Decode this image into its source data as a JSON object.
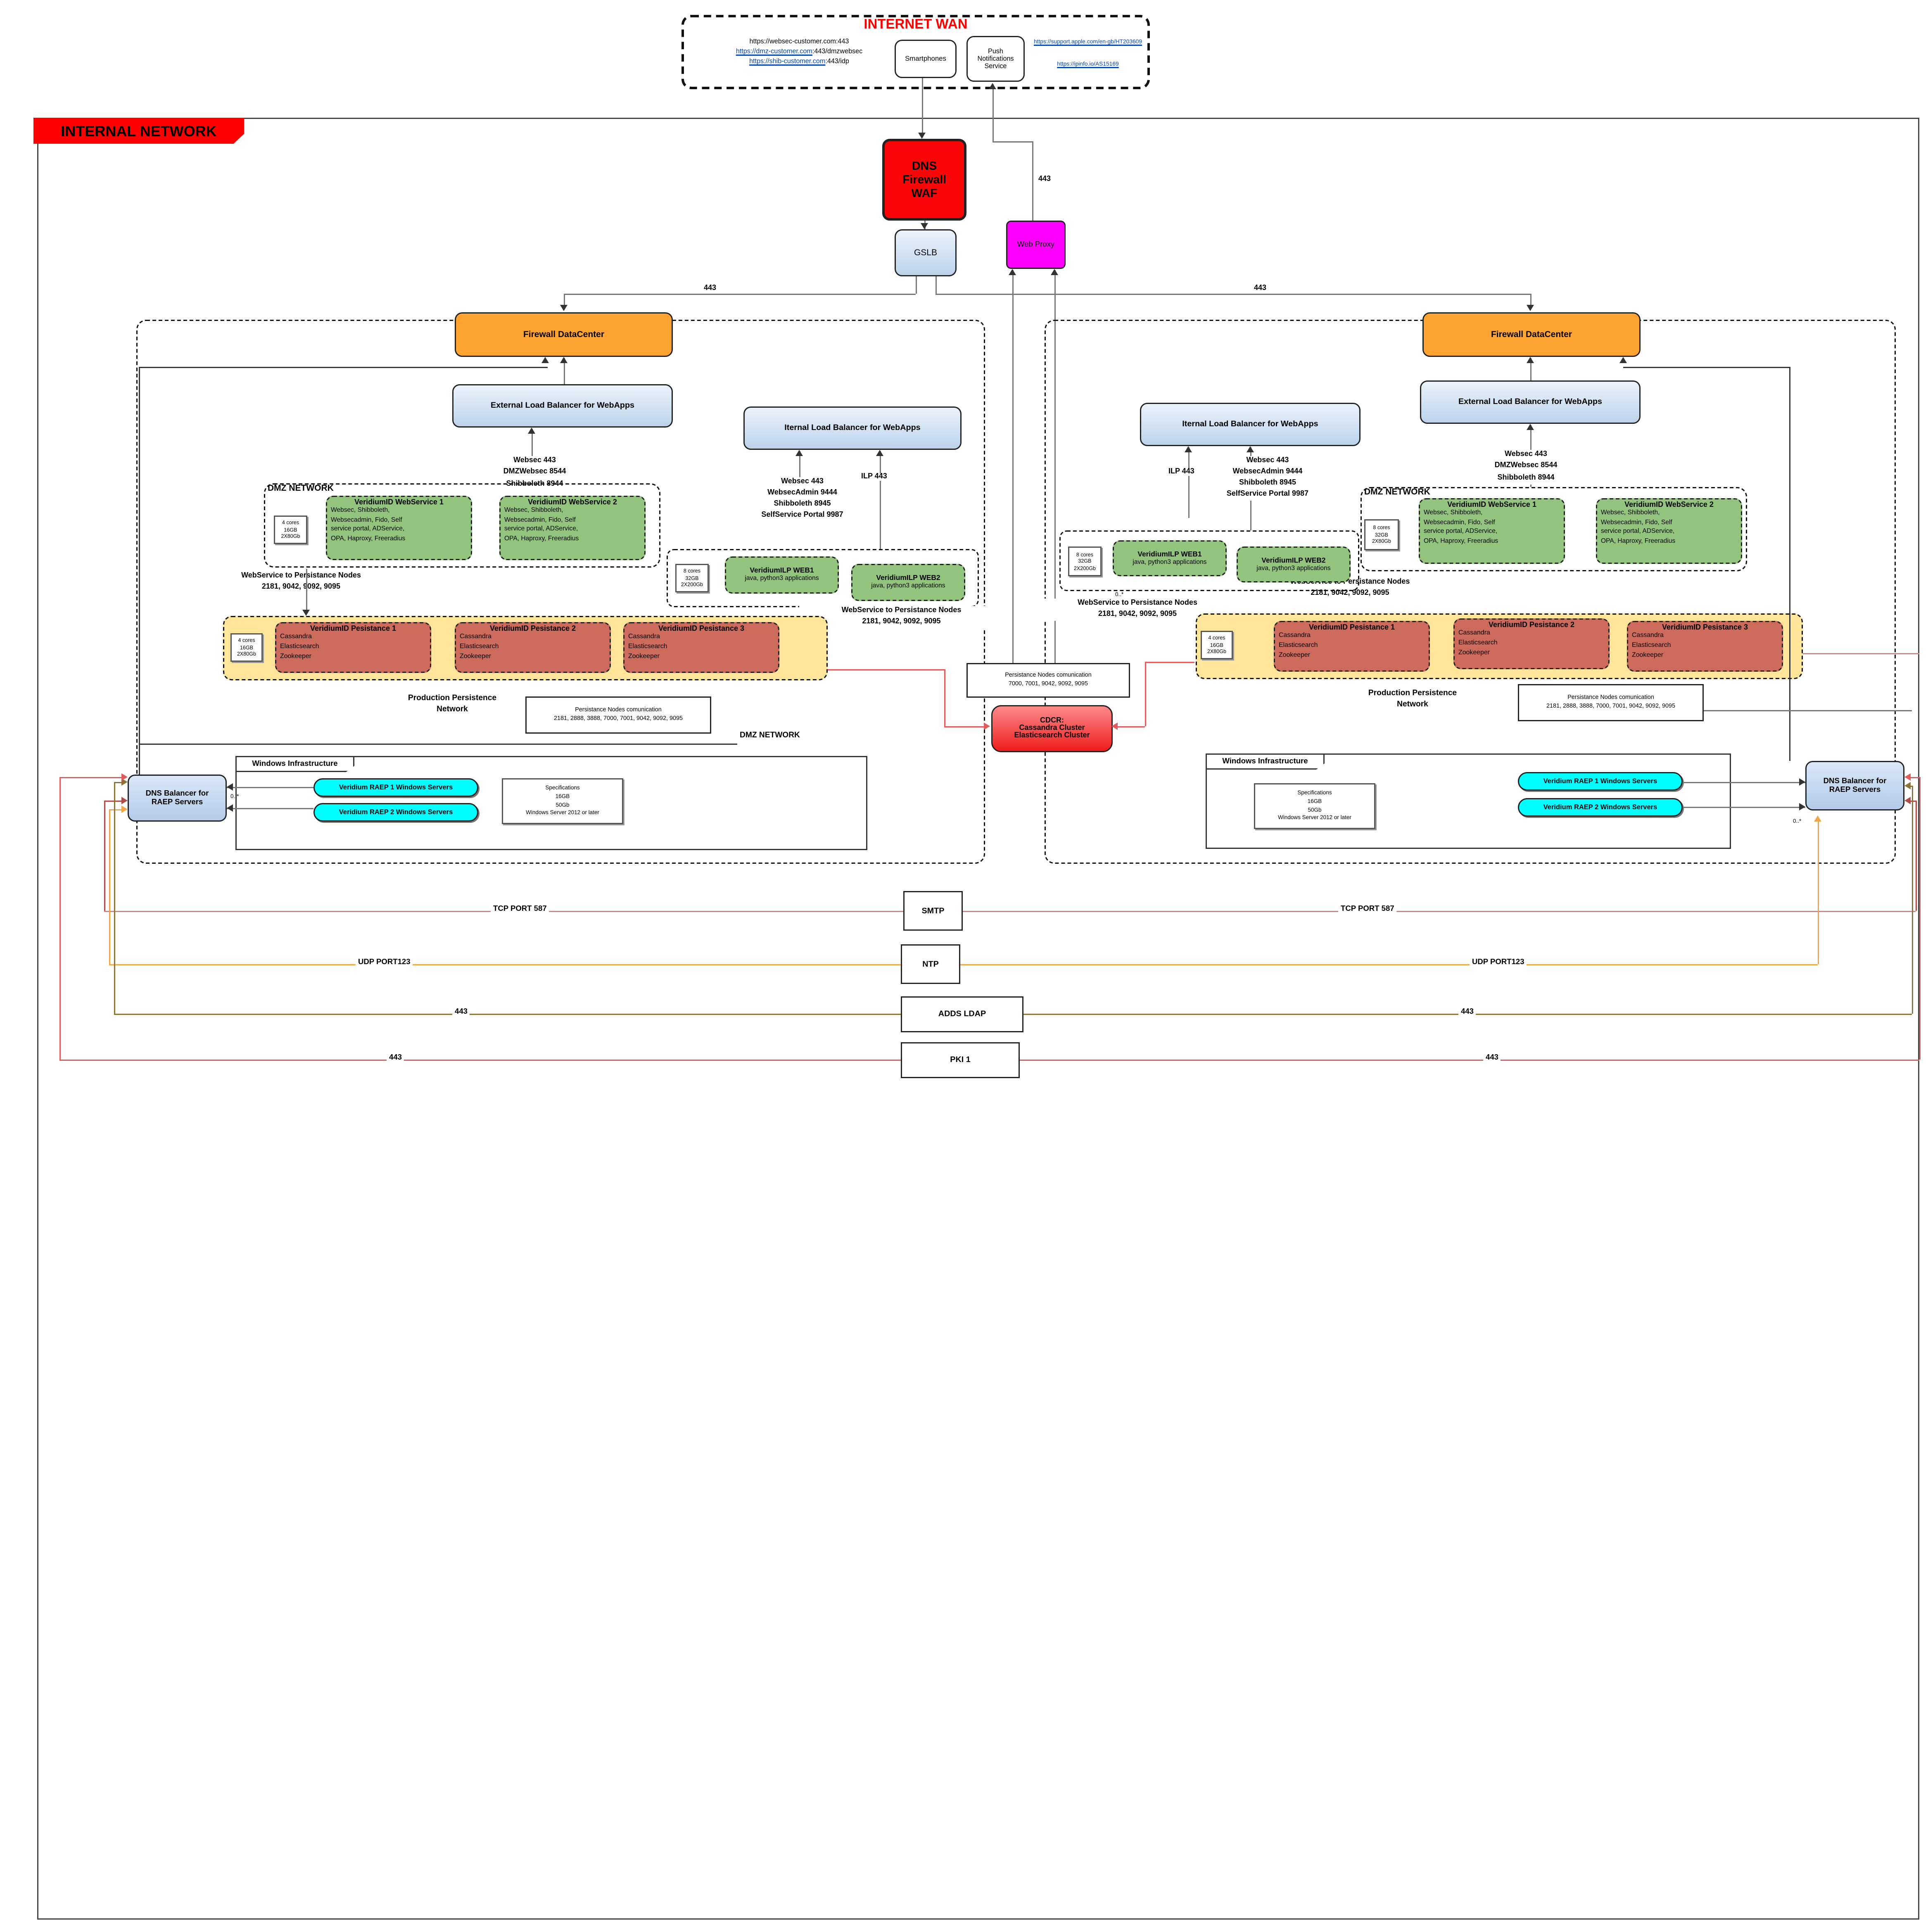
{
  "internet_wan": {
    "title": "INTERNET WAN",
    "url1": "https://websec-customer.com:443",
    "url2_link": "https://dmz-customer.com",
    "url2_rest": ":443/dmzwebsec",
    "url3_link": "https://shib-customer.com",
    "url3_rest": ":443/idp",
    "smartphones": "Smartphones",
    "push": "Push\nNotifications\nService",
    "apple_link": "https://support.apple.com/en-gb/HT203609",
    "ipinfo_link": "https://ipinfo.io/AS15169"
  },
  "internal": {
    "banner": "INTERNAL NETWORK"
  },
  "core": {
    "dns_waf": "DNS\nFirewall\nWAF",
    "gslb": "GSLB",
    "web_proxy": "Web Proxy",
    "v443_proxy": "443",
    "v443_left": "443",
    "v443_right": "443",
    "pers_comm_center": "Persistance Nodes comunication\n7000, 7001, 9042, 9092, 9095",
    "cdcr": "CDCR:\nCassandra Cluster\nElasticsearch Cluster",
    "dmz_bottom_label": "DMZ NETWORK"
  },
  "dc_left": {
    "firewall": "Firewall DataCenter",
    "elb": "External Load Balancer for WebApps",
    "ilb": "Iternal Load Balancer for WebApps",
    "elb_ports": "Websec 443\nDMZWebsec 8544\nShibboleth 8944",
    "ilb_ports": "Websec 443\nWebsecAdmin 9444\nShibboleth 8945\nSelfService Portal 9987",
    "ilp_port": "ILP 443",
    "dmz_label": "DMZ NETWORK",
    "dmz_spec": "4 cores\n16GB\n2X80Gb",
    "ws1": "VeridiumID WebService 1",
    "ws2": "VeridiumID WebService 2",
    "ws_body": "Websec, Shibboleth,\nWebsecadmin, Fido, Self\nservice portal, ADService,\nOPA, Haproxy, Freeradius",
    "ws_to_pers": "WebService to Persistance Nodes\n2181, 9042, 9092, 9095",
    "ilp_spec": "8 cores\n32GB\n2X200Gb",
    "ilp1": "VeridiumILP WEB1",
    "ilp2": "VeridiumILP WEB2",
    "ilp_body": "java, python3 applications",
    "ilp_to_pers": "WebService to Persistance Nodes\n2181, 9042, 9092, 9095",
    "pers_spec": "4 cores\n16GB\n2X80Gb",
    "pers1": "VeridiumID Pesistance 1",
    "pers2": "VeridiumID Pesistance 2",
    "pers3": "VeridiumID Pesistance 3",
    "pers_body": "Cassandra\nElasticsearch\nZookeeper",
    "prod_net": "Production Persistence\nNetwork",
    "pers_comm": "Persistance Nodes comunication\n2181, 2888, 3888, 7000, 7001, 9042, 9092, 9095",
    "win_label": "Windows Infrastructure",
    "raep1": "Veridium RAEP 1  Windows Servers",
    "raep2": "Veridium RAEP 2  Windows Servers",
    "specs": "Specifications\n16GB\n50Gb\nWindows Server 2012 or later",
    "dns_balancer": "DNS Balancer for\nRAEP Servers",
    "mult": "0..*"
  },
  "dc_right": {
    "firewall": "Firewall DataCenter",
    "elb": "External Load Balancer for WebApps",
    "ilb": "Iternal Load Balancer for WebApps",
    "elb_ports": "Websec 443\nDMZWebsec 8544\nShibboleth 8944",
    "ilb_ports": "Websec 443\nWebsecAdmin 9444\nShibboleth 8945\nSelfService Portal 9987",
    "ilp_port": "ILP 443",
    "dmz_label": "DMZ NETWORK",
    "dmz_spec": "8 cores\n32GB\n2X80Gb",
    "ws1": "VeridiumID WebService 1",
    "ws2": "VeridiumID WebService 2",
    "ws_body": "Websec, Shibboleth,\nWebsecadmin, Fido, Self\nservice portal, ADService,\nOPA, Haproxy, Freeradius",
    "ws_to_pers": "WebService to Persistance Nodes\n2181, 9042, 9092, 9095",
    "ilp_spec": "8 cores\n32GB\n2X200Gb",
    "ilp1": "VeridiumILP WEB1",
    "ilp2": "VeridiumILP WEB2",
    "ilp_body": "java, python3 applications",
    "ilp_to_pers": "WebService to Persistance Nodes\n2181, 9042, 9092, 9095",
    "pers_spec": "4 cores\n16GB\n2X80Gb",
    "pers1": "VeridiumID Pesistance 1",
    "pers2": "VeridiumID Pesistance 2",
    "pers3": "VeridiumID Pesistance 3",
    "pers_body": "Cassandra\nElasticsearch\nZookeeper",
    "prod_net": "Production Persistence\nNetwork",
    "pers_comm": "Persistance Nodes comunication\n2181, 2888, 3888, 7000, 7001, 9042, 9092, 9095",
    "win_label": "Windows Infrastructure",
    "raep1": "Veridium RAEP 1  Windows Servers",
    "raep2": "Veridium RAEP 2  Windows Servers",
    "specs": "Specifications\n16GB\n50Gb\nWindows Server 2012 or later",
    "dns_balancer": "DNS Balancer for\nRAEP Servers",
    "mult": "0..*",
    "mult2": "0..*"
  },
  "services": {
    "smtp": "SMTP",
    "ntp": "NTP",
    "adds": "ADDS LDAP",
    "pki": "PKI 1",
    "tcp_left": "TCP PORT 587",
    "tcp_right": "TCP PORT 587",
    "udp_left": "UDP PORT123",
    "udp_right": "UDP PORT123",
    "l443_left": "443",
    "l443_right": "443",
    "p443_left": "443",
    "p443_right": "443"
  },
  "colors": {
    "banner_red": "#ff0000",
    "waf_red": "#fb0607",
    "magenta": "#ff00ff",
    "firewall_orange": "#ffa333",
    "webservice_green": "#93c47d",
    "persistence_node_red": "#cc6a5c",
    "persistence_band_yellow": "#ffe599",
    "raep_cyan": "#00ffff",
    "smtp_line": "#dd8181",
    "ntp_line": "#f2a64c",
    "adds_line": "#8e7339",
    "pki_line": "#e05c5c"
  }
}
